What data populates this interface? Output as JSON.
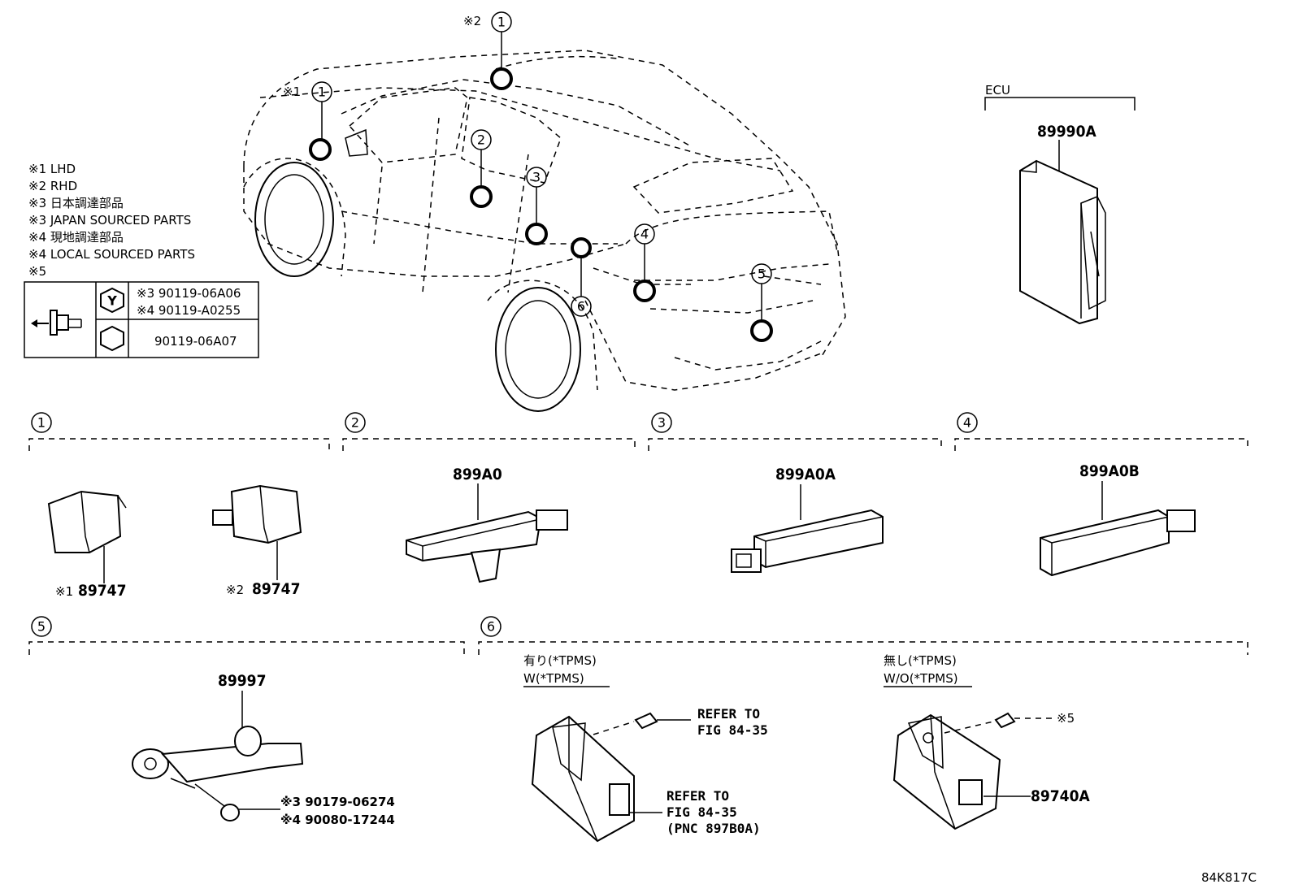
{
  "legend": {
    "lines": [
      "※1 LHD",
      "※2 RHD",
      "※3 日本調達部品",
      "※3 JAPAN SOURCED PARTS",
      "※4 現地調達部品",
      "※4 LOCAL SOURCED PARTS",
      "※5"
    ],
    "table": {
      "row1_symbol": "Y",
      "row1_part_a": "※3 90119-06A06",
      "row1_part_b": "※4 90119-A0255",
      "row2_part": "90119-06A07"
    }
  },
  "car_callouts": {
    "c1a_mark": "※1",
    "c1a_num": "1",
    "c1b_mark": "※2",
    "c1b_num": "1",
    "c2": "2",
    "c3": "3",
    "c4": "4",
    "c5": "5",
    "c6": "6"
  },
  "ecu": {
    "title": "ECU",
    "part": "89990A"
  },
  "groups": {
    "g1": {
      "num": "1",
      "left_mark": "※1",
      "left_part": "89747",
      "right_mark": "※2",
      "right_part": "89747"
    },
    "g2": {
      "num": "2",
      "part": "899A0"
    },
    "g3": {
      "num": "3",
      "part": "899A0A"
    },
    "g4": {
      "num": "4",
      "part": "899A0B"
    },
    "g5": {
      "num": "5",
      "part": "89997",
      "sub_a": "※3 90179-06274",
      "sub_b": "※4 90080-17244"
    },
    "g6": {
      "num": "6",
      "with_jp": "有り(*TPMS)",
      "with_en": "W(*TPMS)",
      "without_jp": "無し(*TPMS)",
      "without_en": "W/O(*TPMS)",
      "refer1_a": "REFER TO",
      "refer1_b": "FIG 84-35",
      "refer2_a": "REFER TO",
      "refer2_b": "FIG 84-35",
      "refer2_c": "(PNC 897B0A)",
      "wo_mark": "※5",
      "wo_part": "89740A"
    }
  },
  "figure_code": "84K817C"
}
